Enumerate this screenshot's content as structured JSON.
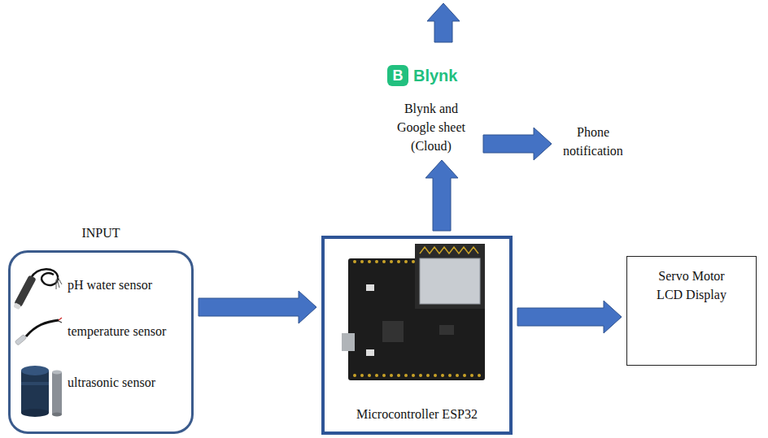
{
  "diagram": {
    "nodes": [
      {
        "text": [
          "INPUT"
        ]
      },
      {
        "text": [
          "pH water sensor"
        ],
        "in": 0
      },
      {
        "text": [
          "temperature sensor"
        ],
        "in": 0
      },
      {
        "text": [
          "ultrasonic sensor"
        ],
        "in": 0
      },
      {
        "text": [
          "Microcontroller ESP32"
        ]
      },
      {
        "text": [
          "Blynk",
          "Blynk and Google sheet (Cloud)"
        ]
      },
      {
        "text": [
          "Phone notification"
        ]
      },
      {
        "text": [
          "Servo Motor",
          "LCD Display"
        ]
      }
    ],
    "edges": [
      {
        "from": 0,
        "to": 4,
        "arrow": "to"
      },
      {
        "from": 4,
        "to": 5,
        "arrow": "to"
      },
      {
        "from": 5,
        "to": 6,
        "arrow": "to"
      },
      {
        "from": 4,
        "to": 7,
        "arrow": "to"
      }
    ],
    "labels": [
      "B"
    ]
  }
}
